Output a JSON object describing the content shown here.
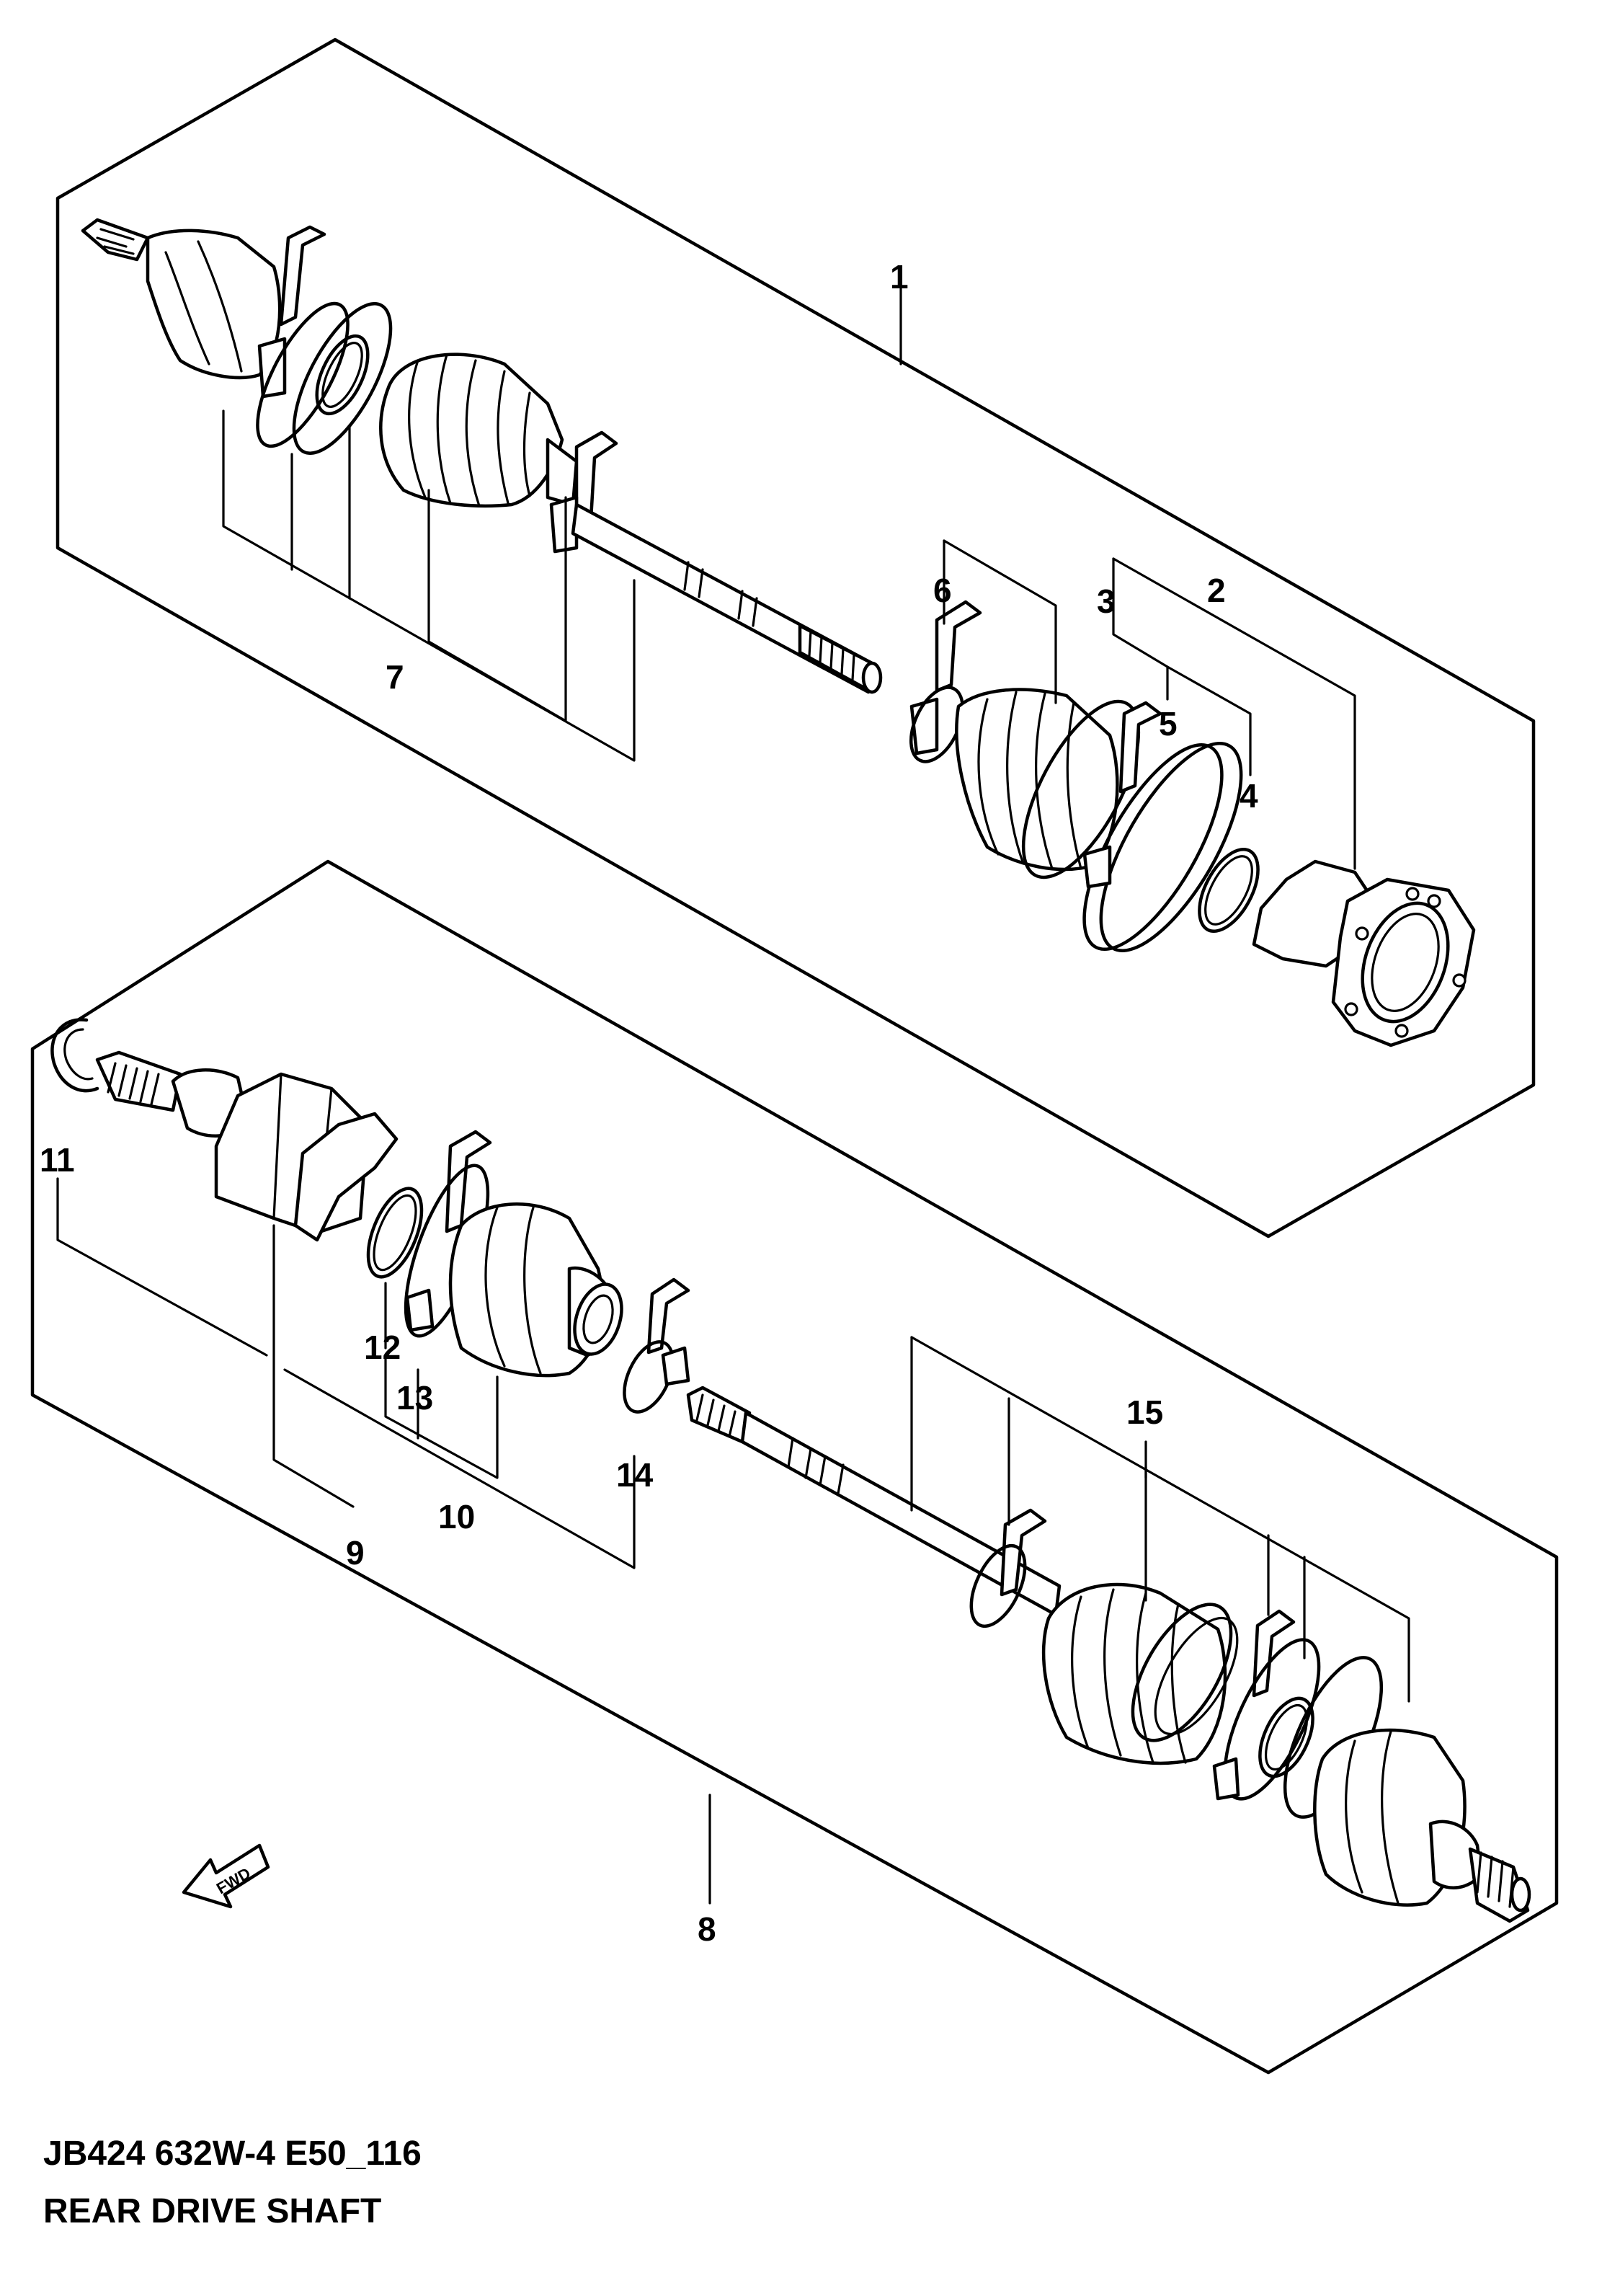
{
  "diagram": {
    "code": "JB424 632W-4 E50_116",
    "title": "REAR DRIVE SHAFT",
    "direction_marker": "FWD",
    "callouts": [
      "1",
      "2",
      "3",
      "4",
      "5",
      "6",
      "7",
      "8",
      "9",
      "10",
      "11",
      "12",
      "13",
      "14",
      "15"
    ]
  }
}
